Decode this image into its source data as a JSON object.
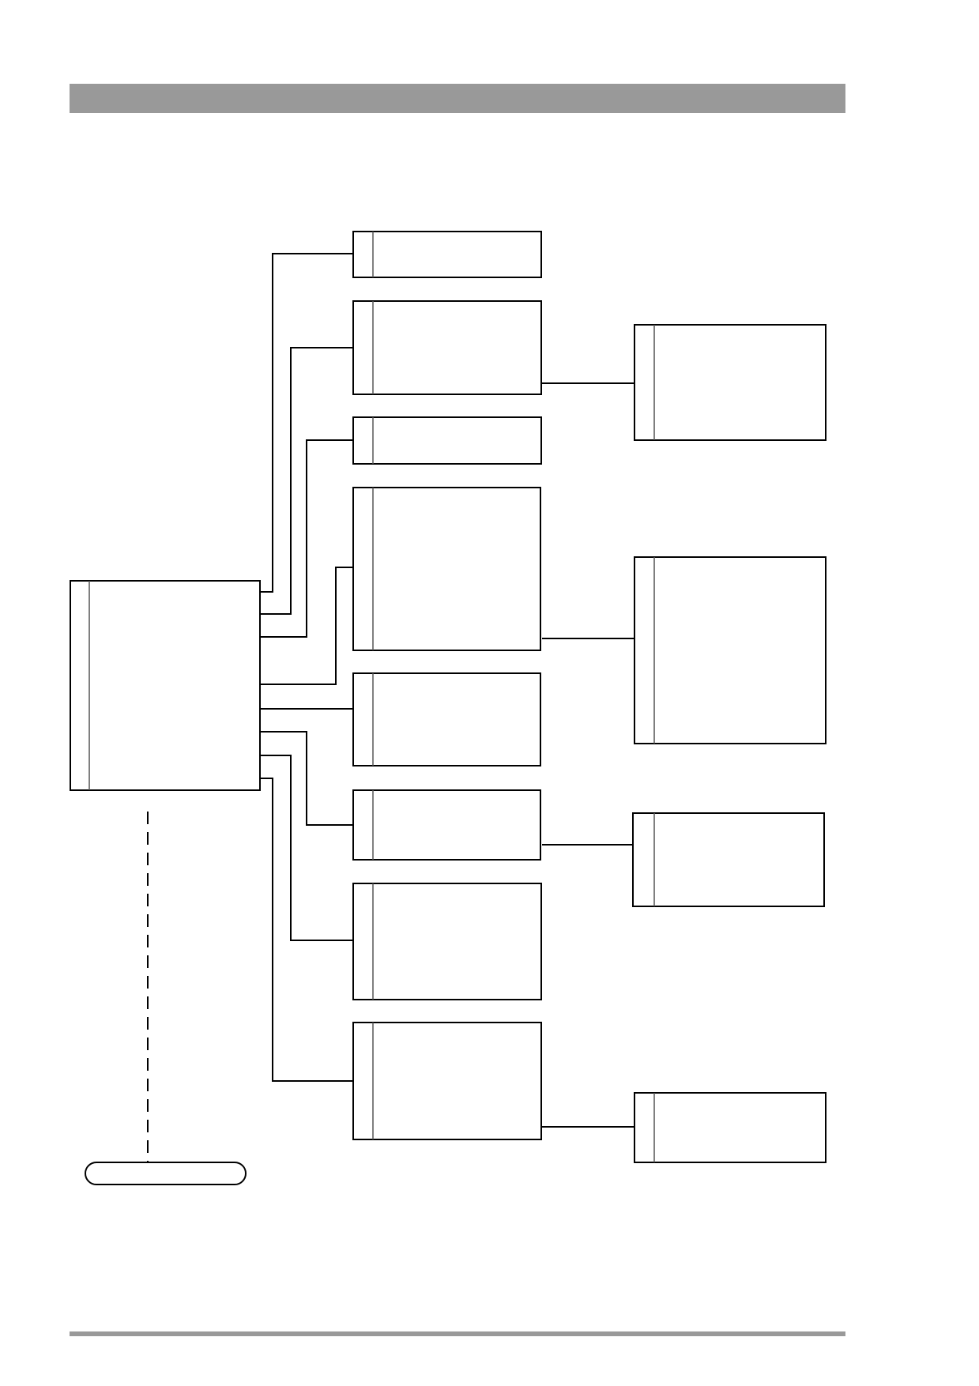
{
  "page": {
    "header_band_color": "#999999",
    "footer_rule_color": "#999999"
  },
  "diagram": {
    "line_color": "#000000",
    "divider_color": "#555555",
    "boxes": [
      {
        "id": "main-unit",
        "label": ""
      },
      {
        "id": "level1-box-1",
        "label": ""
      },
      {
        "id": "level1-box-2",
        "label": ""
      },
      {
        "id": "level1-box-3",
        "label": ""
      },
      {
        "id": "level1-box-4",
        "label": ""
      },
      {
        "id": "level1-box-5",
        "label": ""
      },
      {
        "id": "level1-box-6",
        "label": ""
      },
      {
        "id": "level1-box-7",
        "label": ""
      },
      {
        "id": "level1-box-8",
        "label": ""
      },
      {
        "id": "level2-box-1",
        "label": ""
      },
      {
        "id": "level2-box-2",
        "label": ""
      },
      {
        "id": "level2-box-3",
        "label": ""
      },
      {
        "id": "level2-box-4",
        "label": ""
      }
    ],
    "terminal": {
      "id": "terminal-node",
      "label": ""
    }
  }
}
